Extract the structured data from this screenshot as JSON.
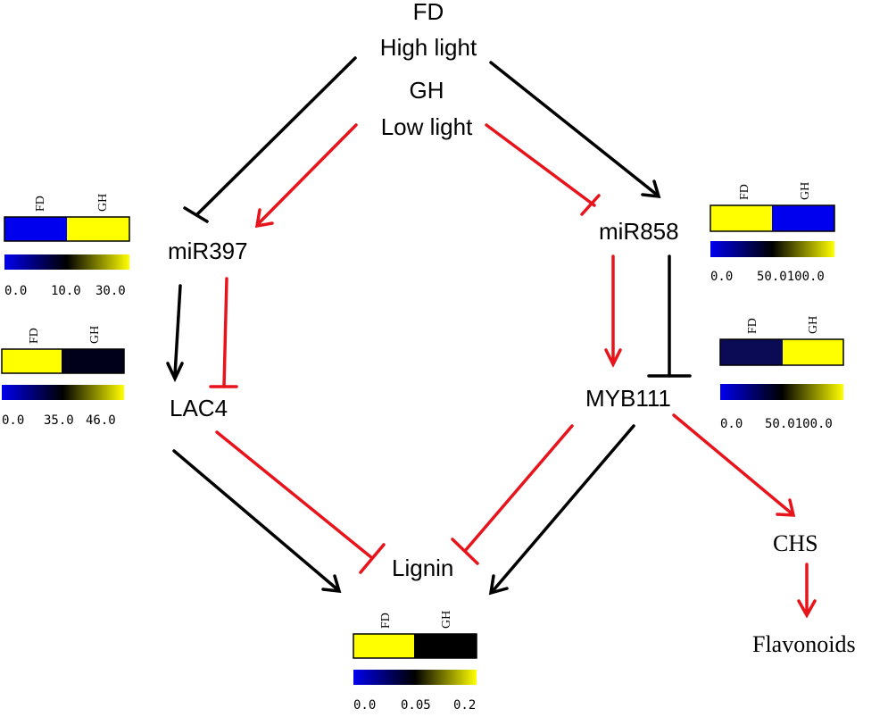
{
  "condition_top": {
    "line1": "FD",
    "line2": "High light"
  },
  "condition_bottom": {
    "line1": "GH",
    "line2": "Low light"
  },
  "nodes": {
    "mir397": "miR397",
    "mir858": "miR858",
    "lac4": "LAC4",
    "myb111": "MYB111",
    "lignin": "Lignin",
    "chs": "CHS",
    "flavonoids": "Flavonoids"
  },
  "heatmaps": {
    "mir397": {
      "columns": [
        "FD",
        "GH"
      ],
      "cells": [
        "blue",
        "yellow"
      ],
      "scale_ticks": [
        "0.0",
        "10.0",
        "30.0"
      ]
    },
    "lac4": {
      "columns": [
        "FD",
        "GH"
      ],
      "cells": [
        "yellow",
        "black"
      ],
      "scale_ticks": [
        "0.0",
        "35.0",
        "46.0"
      ]
    },
    "mir858": {
      "columns": [
        "FD",
        "GH"
      ],
      "cells": [
        "yellow",
        "blue"
      ],
      "scale_ticks": [
        "0.0",
        "50.0100.0"
      ]
    },
    "myb111": {
      "columns": [
        "FD",
        "GH"
      ],
      "cells": [
        "navy",
        "yellow"
      ],
      "scale_ticks": [
        "0.0",
        "50.0100.0"
      ]
    },
    "lignin": {
      "columns": [
        "FD",
        "GH"
      ],
      "cells": [
        "yellow",
        "black"
      ],
      "scale_ticks": [
        "0.0",
        "0.05",
        "0.2"
      ]
    }
  },
  "colors": {
    "high_light_path": "#000000",
    "low_light_path": "#e8141c",
    "heat_low": "#0000ee",
    "heat_mid": "#000000",
    "heat_high": "#ffff00",
    "navy": "#0a0a55"
  }
}
